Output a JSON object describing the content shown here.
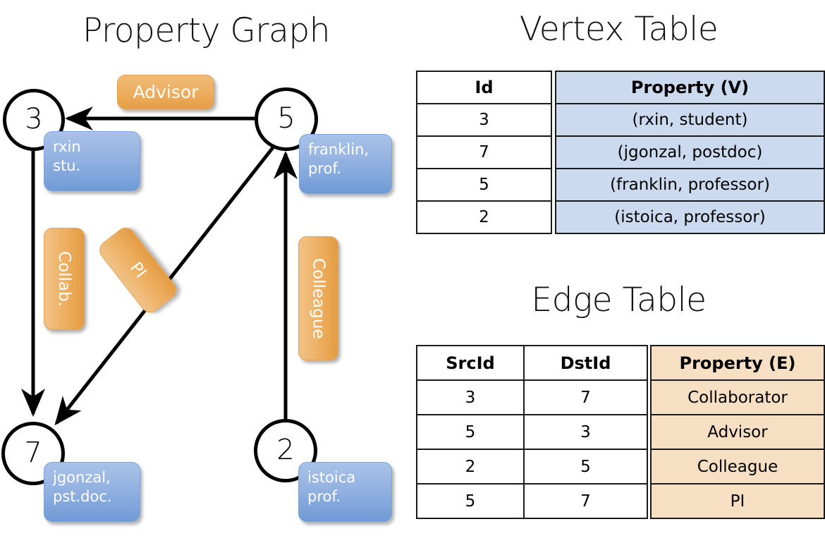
{
  "titles": {
    "property_graph": "Property Graph",
    "vertex_table": "Vertex Table",
    "edge_table": "Edge Table"
  },
  "colors": {
    "vertex_fill": "#ccdaef",
    "edge_fill": "#f7dfc4",
    "vertex_card": "#8db0de",
    "edge_label": "#eeb266",
    "stroke": "#000000"
  },
  "graph": {
    "nodes": [
      {
        "id": "3",
        "property": "rxin\nstu."
      },
      {
        "id": "5",
        "property": "franklin,\nprof."
      },
      {
        "id": "7",
        "property": "jgonzal,\npst.doc."
      },
      {
        "id": "2",
        "property": "istoica\nprof."
      }
    ],
    "node_labels": {
      "n3": "3",
      "n5": "5",
      "n7": "7",
      "n2": "2"
    },
    "property_cards": {
      "rxin_l1": "rxin",
      "rxin_l2": "stu.",
      "franklin_l1": "franklin,",
      "franklin_l2": "prof.",
      "jgonzal_l1": "jgonzal,",
      "jgonzal_l2": "pst.doc.",
      "istoica_l1": "istoica",
      "istoica_l2": "prof."
    },
    "edge_labels": {
      "advisor": "Advisor",
      "collab": "Collab.",
      "pi": "PI",
      "colleague": "Colleague"
    },
    "edges": [
      {
        "src": "5",
        "dst": "3",
        "label": "Advisor"
      },
      {
        "src": "3",
        "dst": "7",
        "label": "Collab."
      },
      {
        "src": "5",
        "dst": "7",
        "label": "PI"
      },
      {
        "src": "2",
        "dst": "5",
        "label": "Colleague"
      }
    ]
  },
  "vertex_table": {
    "headers": [
      "Id",
      "Property (V)"
    ],
    "rows": [
      {
        "id": "3",
        "property": "(rxin, student)"
      },
      {
        "id": "7",
        "property": "(jgonzal, postdoc)"
      },
      {
        "id": "5",
        "property": "(franklin, professor)"
      },
      {
        "id": "2",
        "property": "(istoica, professor)"
      }
    ]
  },
  "edge_table": {
    "headers": [
      "SrcId",
      "DstId",
      "Property (E)"
    ],
    "rows": [
      {
        "src": "3",
        "dst": "7",
        "property": "Collaborator"
      },
      {
        "src": "5",
        "dst": "3",
        "property": "Advisor"
      },
      {
        "src": "2",
        "dst": "5",
        "property": "Colleague"
      },
      {
        "src": "5",
        "dst": "7",
        "property": "PI"
      }
    ]
  }
}
